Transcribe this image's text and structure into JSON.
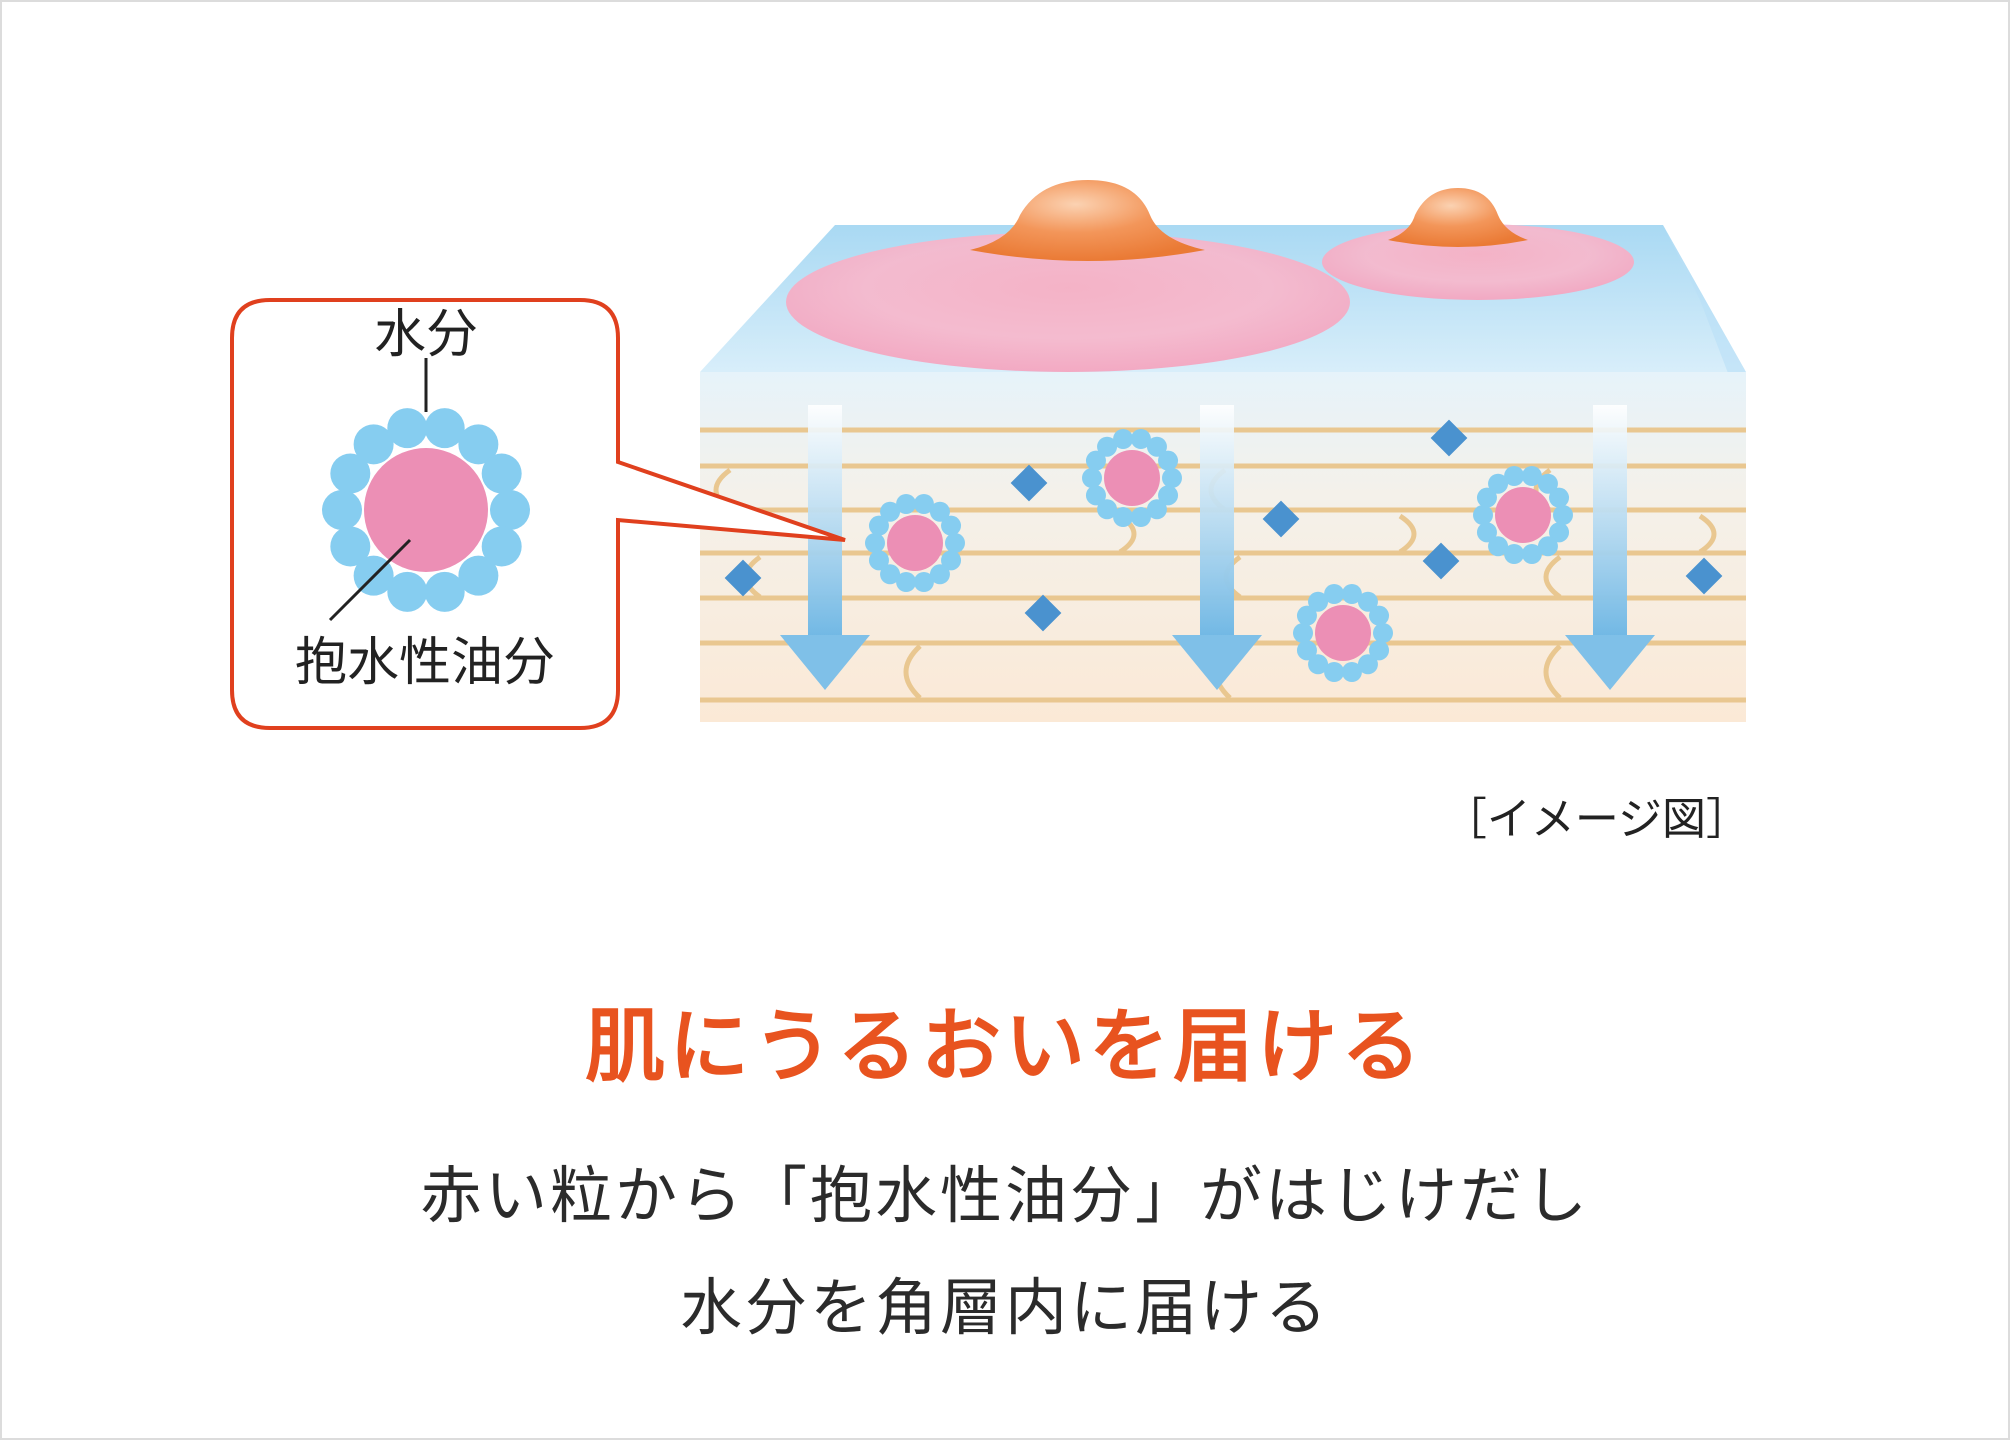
{
  "callout": {
    "water_label": "水分",
    "oil_label": "抱水性油分"
  },
  "image_note": "［イメージ図］",
  "headline": "肌にうるおいを届ける",
  "body": {
    "line1": "赤い粒から「抱水性油分」がはじけだし",
    "line2": "水分を角層内に届ける"
  },
  "colors": {
    "accent": "#e8531f",
    "callout_border": "#e0401e",
    "water": "#86cdf0",
    "oil": "#ec8fb5",
    "skin_lines": "#e8c48e",
    "droplet": "#f07a2e"
  }
}
